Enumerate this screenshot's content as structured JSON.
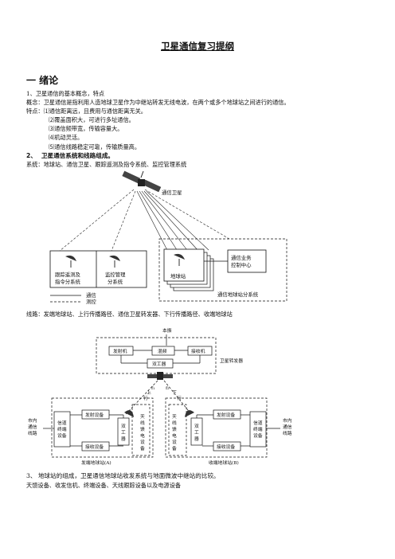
{
  "doc_title": "卫星通信复习提纲",
  "section1_heading": "一  绪论",
  "item1": "1、卫星通信的基本概念，特点",
  "concept": "概念：卫星通信是指利用人造地球卫星作为中继站转发无线电波，在两个或多个地球站之间进行的通信。",
  "features_intro": "特点：⑴通信距离远，且费用与通信距离无关。",
  "features": [
    "⑵覆盖面积大，可进行多址通信。",
    "⑶通信频带宽，传输容量大。",
    "⑷机动灵活。",
    "⑸通信线路稳定可靠，传输质量高。"
  ],
  "item2_num": "2、",
  "item2_text": "卫星通信系统和线路组成。",
  "system_line": "系统：地球站、通信卫星、跟踪遥测及指令系统、监控管理系统",
  "fig1": {
    "satellite": "通信卫星",
    "ttc": "跟踪遥测及指令分系统",
    "ttc_l1": "跟踪遥测及",
    "ttc_l2": "指令分系统",
    "mon_l1": "监控管理",
    "mon_l2": "分系统",
    "earth": "地球站",
    "ctrl_l1": "通信业务",
    "ctrl_l2": "控制中心",
    "earth_sys": "通信地球站分系统",
    "legend_comm": "通信",
    "legend_tm": "测控"
  },
  "link_line": "线路：发端地球站、上行传播路径、通信卫星转发器、下行传播路径、收端地球站",
  "fig2": {
    "lo": "本振",
    "tx": "发射机",
    "mixer": "混频",
    "rx": "接收机",
    "duplexer": "双工器",
    "transponder": "卫星转发器",
    "up_l1": "上",
    "up_l2": "行",
    "down_l1": "下",
    "down_l2": "行",
    "f1": "f₁",
    "f2": "f₂",
    "city_l": [
      "市内",
      "通信",
      "线路"
    ],
    "city_r": [
      "市内",
      "通信",
      "线路"
    ],
    "terminal": [
      "信道",
      "终端",
      "设备"
    ],
    "tx_eq": "发射设备",
    "rx_eq": "接收设备",
    "dup_v": [
      "双",
      "工",
      "器"
    ],
    "ant": [
      "天",
      "线",
      "馈",
      "电",
      "设",
      "备"
    ],
    "sta_a": "发端地球站(A)",
    "sta_b": "收端地球站(B)"
  },
  "item3": "3、  地球站的组成，卫星通信地球站收发系统与地面微波中继站的比较。",
  "item3_line": "天馈设备、收发信机、终端设备、天线跟踪设备以及电源设备"
}
